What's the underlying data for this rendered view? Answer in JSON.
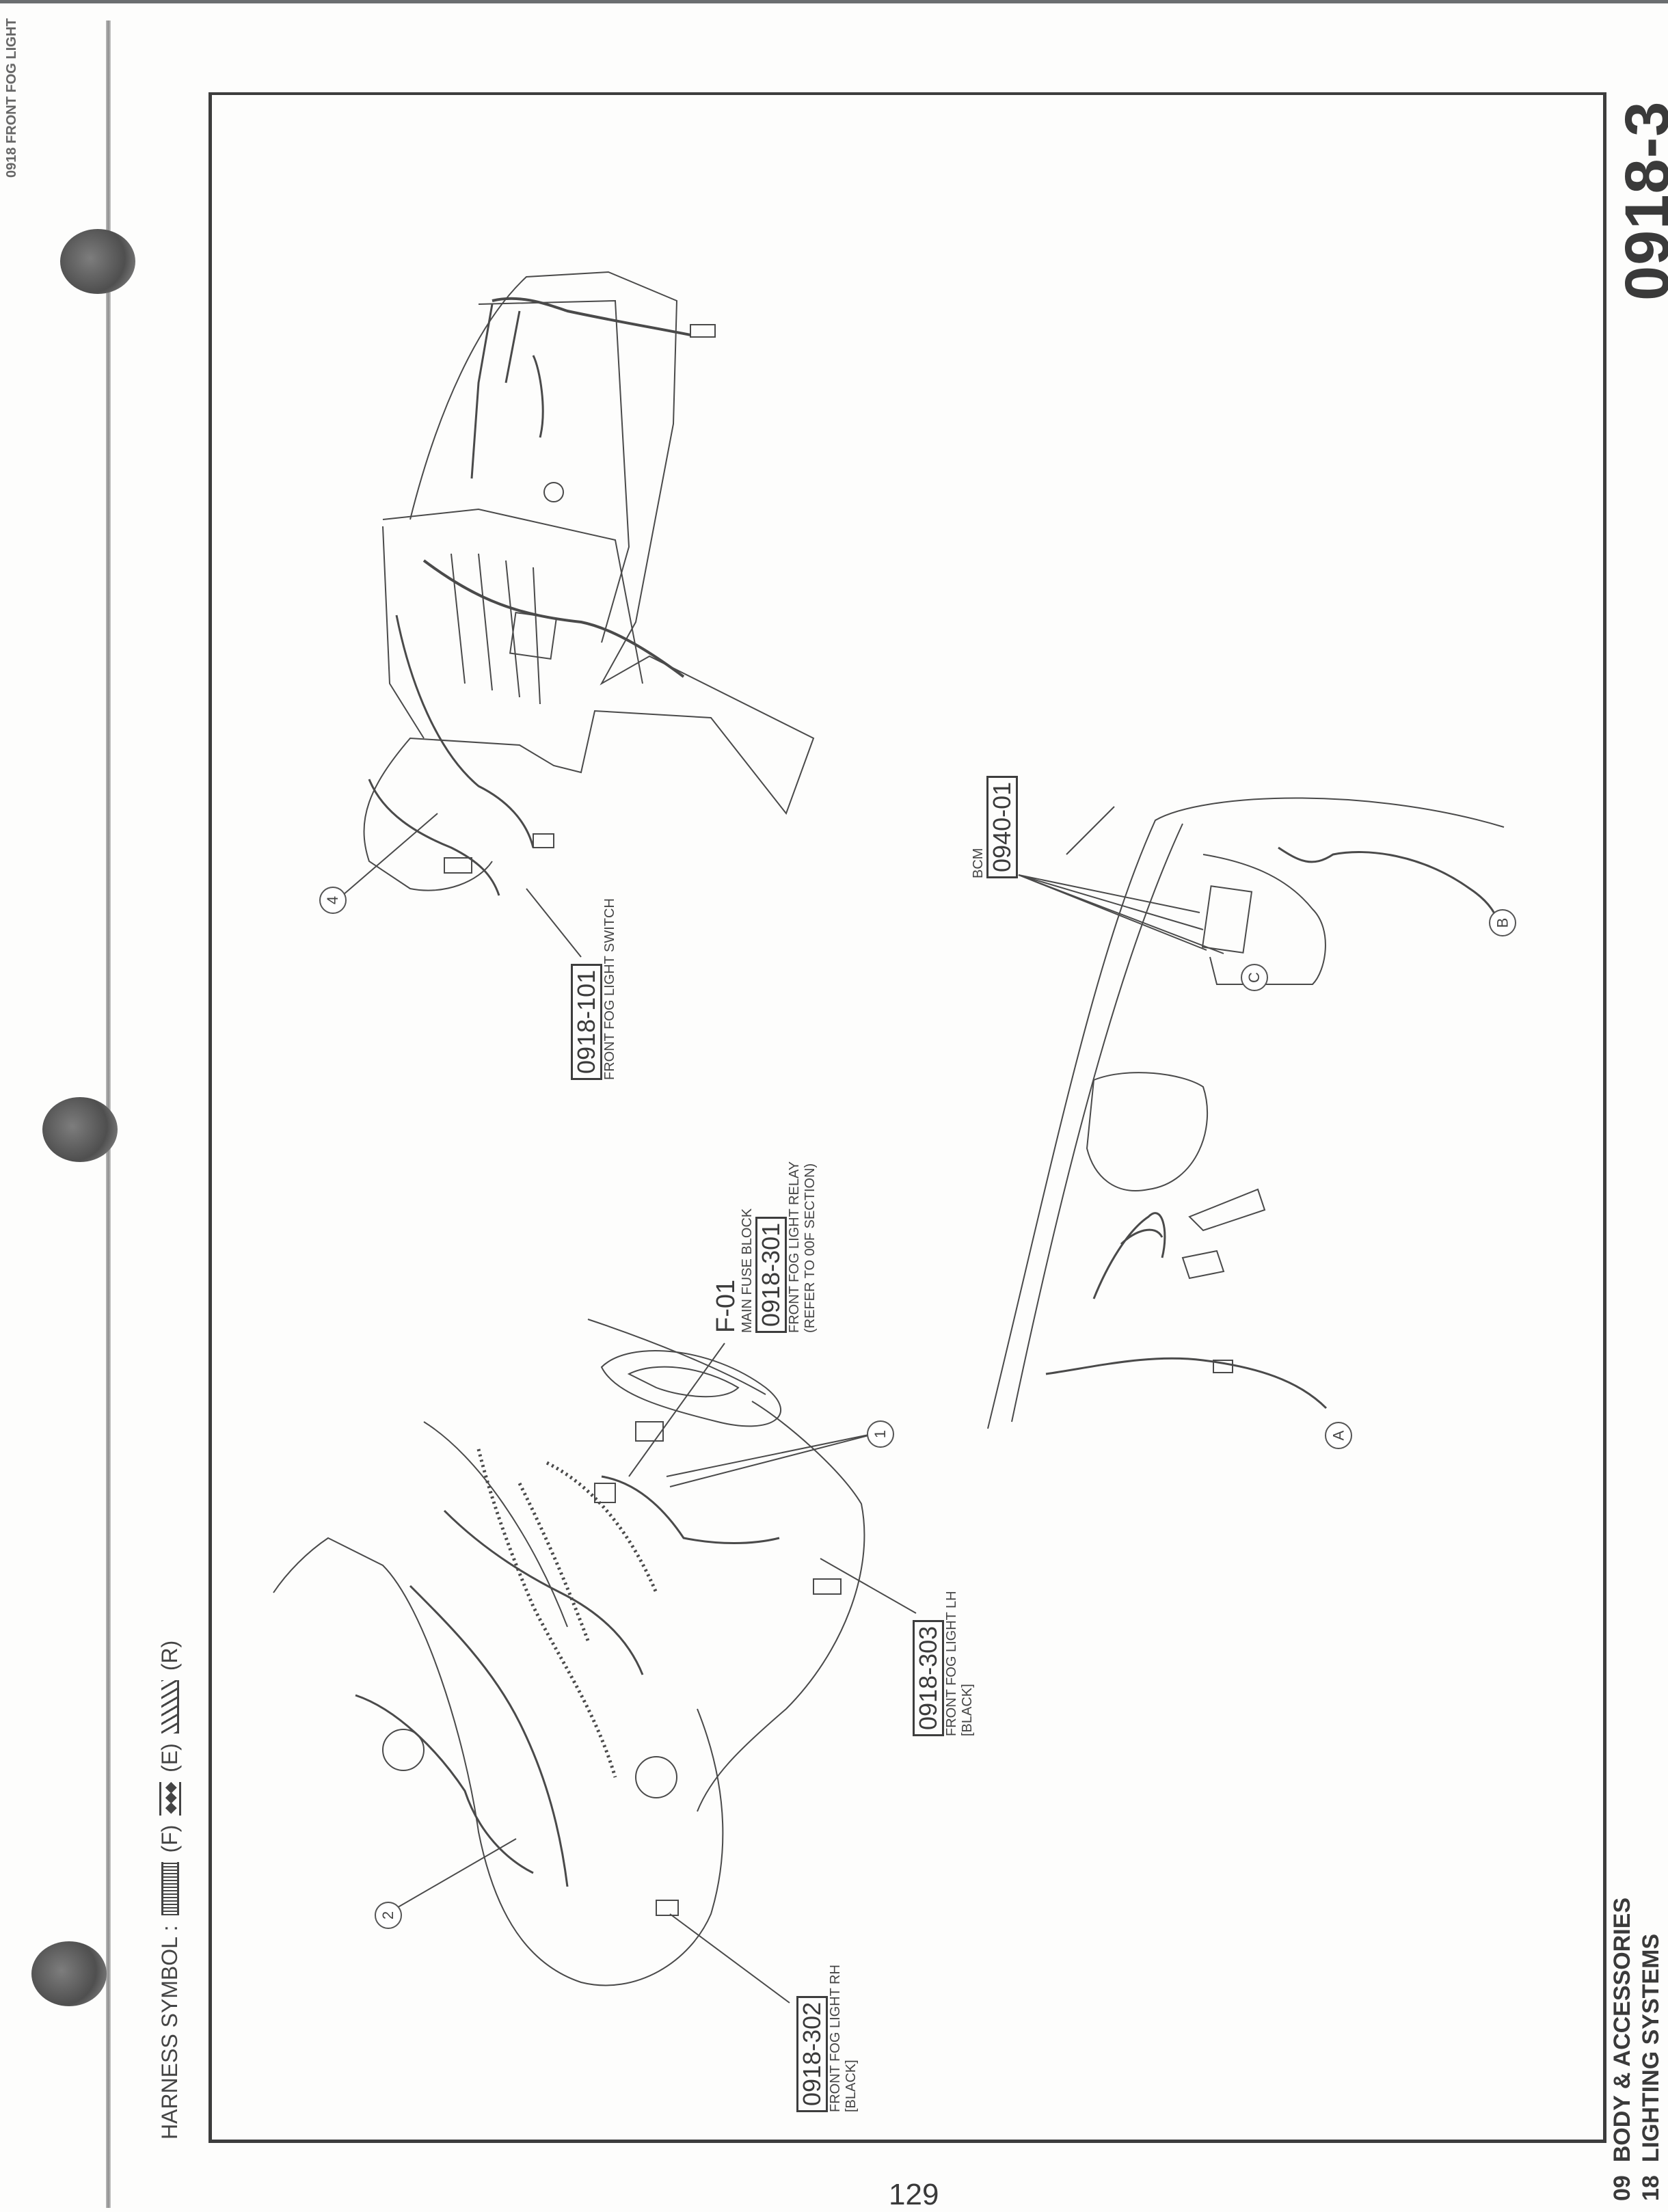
{
  "page": {
    "page_code": "0918-3",
    "section_line1": "09  BODY & ACCESSORIES",
    "section_line2": "18  LIGHTING SYSTEMS",
    "page_number": "129",
    "top_margin_header": "0918 FRONT FOG LIGHT"
  },
  "harness_symbol": {
    "label": "HARNESS SYMBOL :",
    "items": [
      {
        "pattern": "dotted",
        "code": "(F)"
      },
      {
        "pattern": "diamonds",
        "code": "(E)"
      },
      {
        "pattern": "hatched",
        "code": "(R)"
      }
    ]
  },
  "diagrams": {
    "instrument_panel": {
      "connector_code": "0918-101",
      "connector_name": "FRONT FOG LIGHT SWITCH",
      "callout": "4"
    },
    "engine_compartment": {
      "fuse_block_code": "F-01",
      "fuse_block_name": "MAIN FUSE BLOCK",
      "relay_code": "0918-301",
      "relay_name": "FRONT FOG LIGHT RELAY",
      "relay_note": "(REFER TO 00F SECTION)",
      "fog_lh_code": "0918-303",
      "fog_lh_name": "FRONT FOG LIGHT LH",
      "fog_lh_color": "[BLACK]",
      "fog_rh_code": "0918-302",
      "fog_rh_name": "FRONT FOG LIGHT RH",
      "fog_rh_color": "[BLACK]",
      "callouts": [
        "1",
        "2"
      ]
    },
    "body_module": {
      "bcm_label": "BCM",
      "bcm_code": "0940-01",
      "callouts": [
        "A",
        "B",
        "C"
      ]
    }
  }
}
